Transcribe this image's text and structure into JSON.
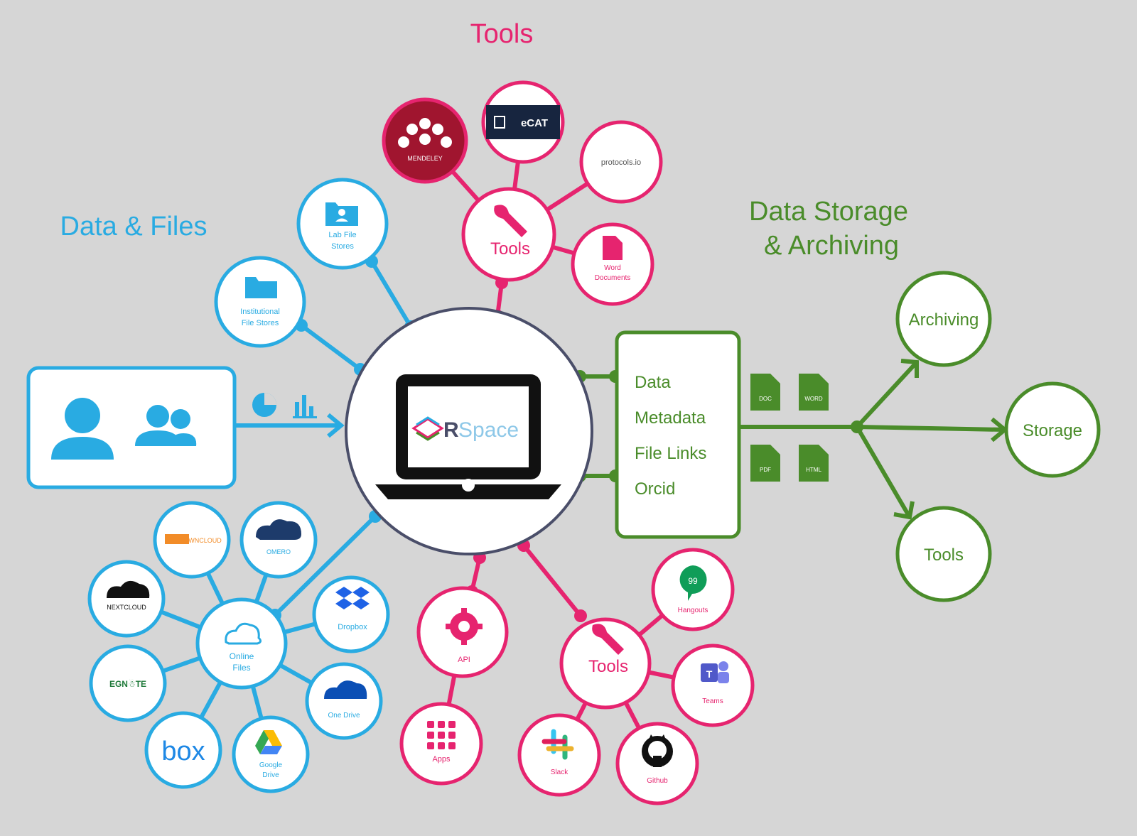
{
  "colors": {
    "background": "#d6d6d6",
    "data_files": "#29abe2",
    "tools": "#e6246f",
    "storage": "#4a8c2a",
    "hub_border": "#4a4e69"
  },
  "headings": {
    "tools": "Tools",
    "data_files": "Data & Files",
    "storage_line1": "Data Storage",
    "storage_line2": "& Archiving"
  },
  "hub": {
    "logo_text_r": "R",
    "logo_text_space": "Space"
  },
  "data_files": {
    "lab_file_stores_l1": "Lab File",
    "lab_file_stores_l2": "Stores",
    "institutional_l1": "Institutional",
    "institutional_l2": "File Stores",
    "online_files_l1": "Online",
    "online_files_l2": "Files",
    "services": {
      "owncloud": "ownCloud",
      "ownhub": "OMERO",
      "nextcloud": "NEXTCLOUD",
      "dropbox": "Dropbox",
      "egnyte": "EGN☃TE",
      "onedrive": "One Drive",
      "box": "box",
      "google_drive_l1": "Google",
      "google_drive_l2": "Drive",
      "orange_service": "OWNCLOUD"
    }
  },
  "tools_top": {
    "hub_label": "Tools",
    "mendeley": "MENDELEY",
    "ecat": "eCAT",
    "protocols": "protocols.io",
    "word_l1": "Word",
    "word_l2": "Documents"
  },
  "tools_bottom": {
    "api": "API",
    "apps": "Apps",
    "hub_label": "Tools",
    "hangouts": "Hangouts",
    "teams": "Teams",
    "slack": "Slack",
    "github": "Github"
  },
  "storage": {
    "export_items": [
      "Data",
      "Metadata",
      "File Links",
      "Orcid"
    ],
    "file_icons": [
      "DOC",
      "WORD",
      "PDF",
      "HTML"
    ],
    "targets": {
      "archiving": "Archiving",
      "storage": "Storage",
      "tools": "Tools"
    }
  }
}
